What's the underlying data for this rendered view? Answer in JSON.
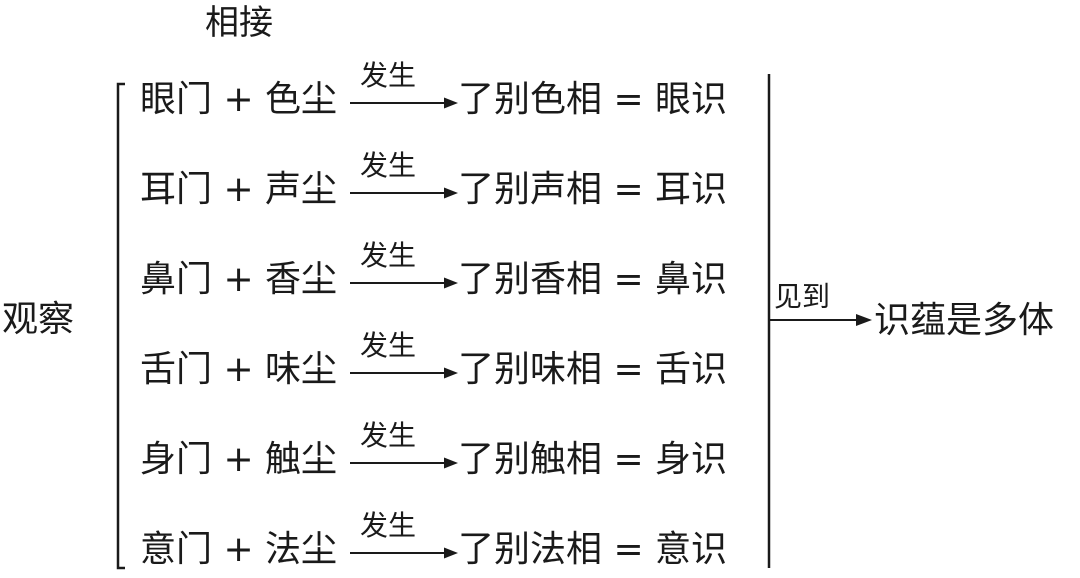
{
  "diagram": {
    "top_label": "相接",
    "left_label": "观察",
    "rows": [
      {
        "input": "眼门 + 色尘",
        "arrow_label": "发生",
        "output": "了别色相 = 眼识"
      },
      {
        "input": "耳门 + 声尘",
        "arrow_label": "发生",
        "output": "了别声相 = 耳识"
      },
      {
        "input": "鼻门 + 香尘",
        "arrow_label": "发生",
        "output": "了别香相 = 鼻识"
      },
      {
        "input": "舌门 + 味尘",
        "arrow_label": "发生",
        "output": "了别味相 = 舌识"
      },
      {
        "input": "身门 + 触尘",
        "arrow_label": "发生",
        "output": "了别触相 = 身识"
      },
      {
        "input": "意门 + 法尘",
        "arrow_label": "发生",
        "output": "了别法相 = 意识"
      }
    ],
    "final_arrow_label": "见到",
    "result": "识蕴是多体"
  }
}
